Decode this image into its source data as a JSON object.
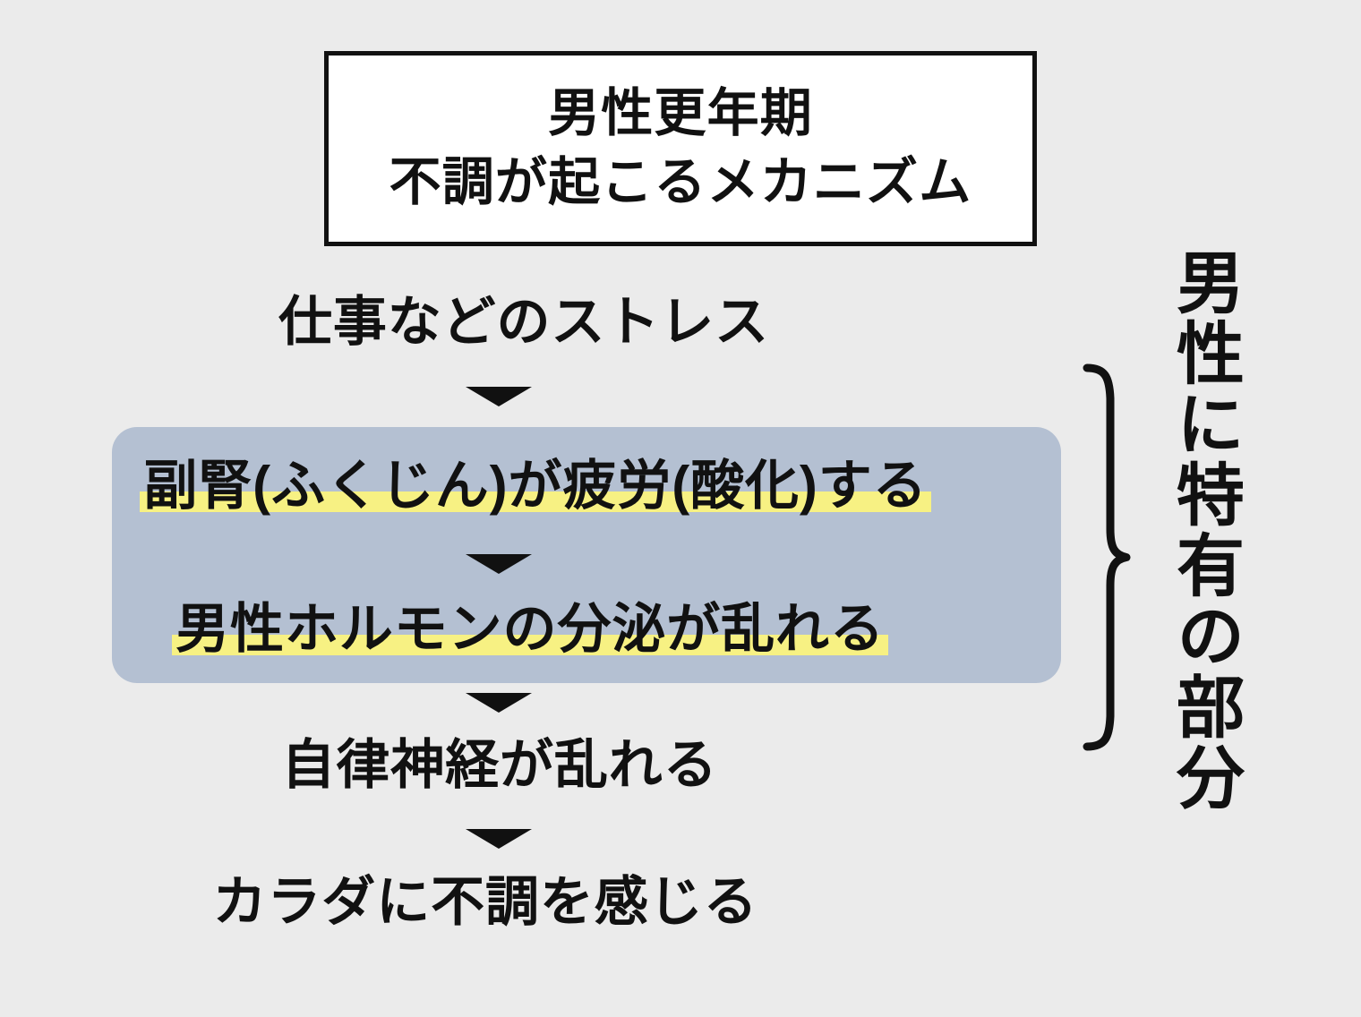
{
  "page": {
    "background_color": "#ebebeb",
    "text_color": "#111111"
  },
  "title_box": {
    "background_color": "#ffffff",
    "border_color": "#111111",
    "line1": "男性更年期",
    "line2": "不調が起こるメカニズム"
  },
  "flow": {
    "arrow_icon": "chevron-down-icon",
    "steps": [
      {
        "id": "stress",
        "label": "仕事などのストレス",
        "highlighted": false,
        "in_group": false
      },
      {
        "id": "adrenal",
        "label": "副腎(ふくじん)が疲労(酸化)する",
        "highlighted": true,
        "in_group": true
      },
      {
        "id": "hormone",
        "label": "男性ホルモンの分泌が乱れる",
        "highlighted": true,
        "in_group": true
      },
      {
        "id": "autonomic",
        "label": "自律神経が乱れる",
        "highlighted": false,
        "in_group": false
      },
      {
        "id": "symptom",
        "label": "カラダに不調を感じる",
        "highlighted": false,
        "in_group": false
      }
    ]
  },
  "group_box": {
    "background_color": "#b4c0d2",
    "marker_color": "#f7f183"
  },
  "side_annotation": {
    "brace_icon": "right-curly-brace-icon",
    "caption": "男性に特有の部分"
  }
}
